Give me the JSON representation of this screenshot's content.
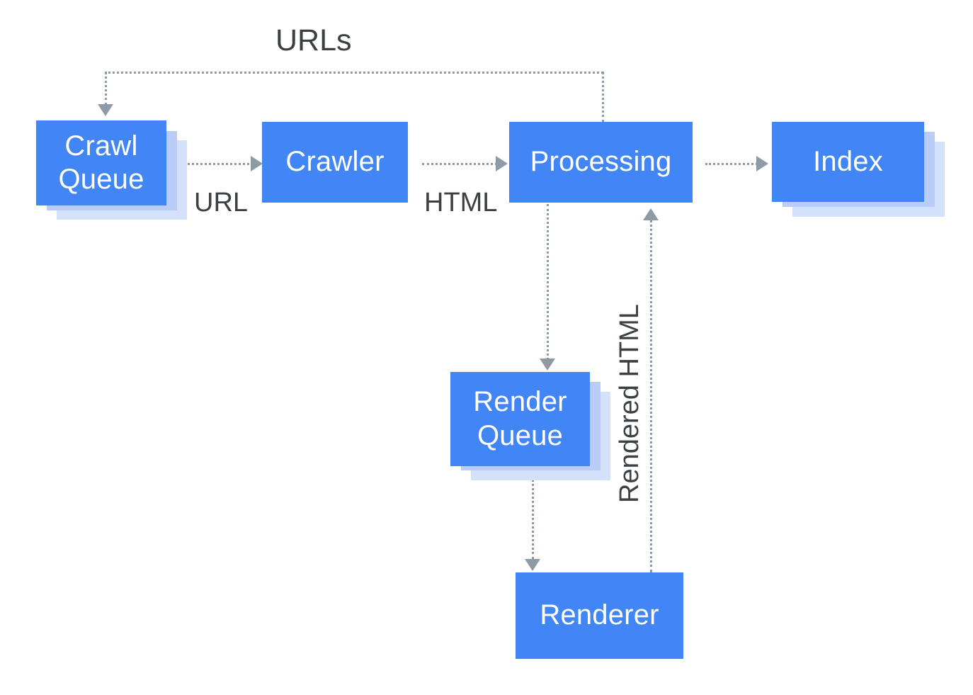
{
  "diagram": {
    "title_text_visible": false,
    "background_color": "#ffffff",
    "node_color": "#4285f4",
    "node_text_color": "#ffffff",
    "shadow_color_1": "#b9cdf8",
    "shadow_color_2": "#d4e1fc",
    "edge_color": "#8e9aa6",
    "label_color": "#3c4043",
    "nodes": [
      {
        "id": "crawl-queue",
        "label": "Crawl\nQueue",
        "stacked": true
      },
      {
        "id": "crawler",
        "label": "Crawler",
        "stacked": false
      },
      {
        "id": "processing",
        "label": "Processing",
        "stacked": false
      },
      {
        "id": "index",
        "label": "Index",
        "stacked": true
      },
      {
        "id": "render-queue",
        "label": "Render\nQueue",
        "stacked": true
      },
      {
        "id": "renderer",
        "label": "Renderer",
        "stacked": false
      }
    ],
    "edges": [
      {
        "id": "crawl-queue-to-crawler",
        "from": "crawl-queue",
        "to": "crawler",
        "label": "URL"
      },
      {
        "id": "crawler-to-processing",
        "from": "crawler",
        "to": "processing",
        "label": "HTML"
      },
      {
        "id": "processing-to-index",
        "from": "processing",
        "to": "index",
        "label": ""
      },
      {
        "id": "processing-to-crawl-queue",
        "from": "processing",
        "to": "crawl-queue",
        "label": "URLs"
      },
      {
        "id": "processing-to-render-queue",
        "from": "processing",
        "to": "render-queue",
        "label": ""
      },
      {
        "id": "render-queue-to-renderer",
        "from": "render-queue",
        "to": "renderer",
        "label": ""
      },
      {
        "id": "renderer-to-processing",
        "from": "renderer",
        "to": "processing",
        "label": "Rendered HTML"
      }
    ]
  }
}
